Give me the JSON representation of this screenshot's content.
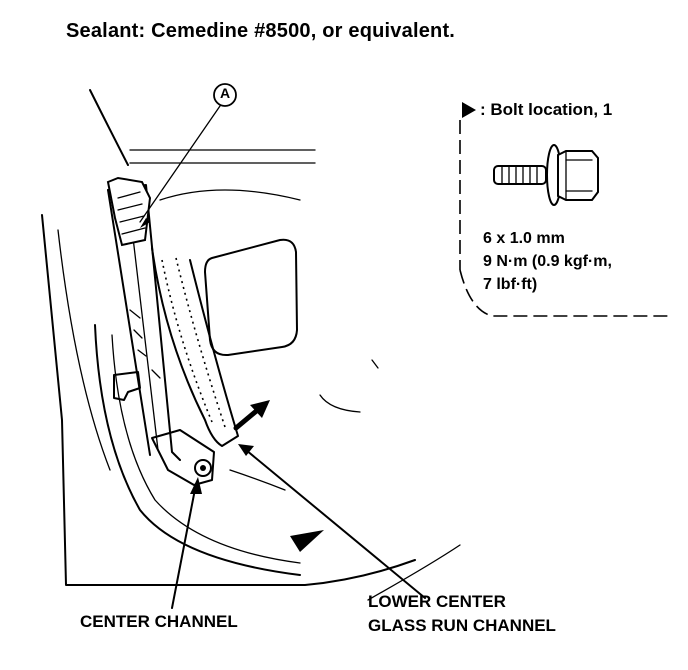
{
  "title": "Sealant: Cemedine #8500, or equivalent.",
  "callout_marker": "A",
  "legend": {
    "bolt_location": ": Bolt location, 1",
    "spec_line1": "6 x 1.0 mm",
    "spec_line2": "9 N·m (0.9 kgf·m,",
    "spec_line3": "7 lbf·ft)"
  },
  "labels": {
    "center_channel": "CENTER CHANNEL",
    "lower_center_line1": "LOWER CENTER",
    "lower_center_line2": "GLASS RUN CHANNEL"
  }
}
